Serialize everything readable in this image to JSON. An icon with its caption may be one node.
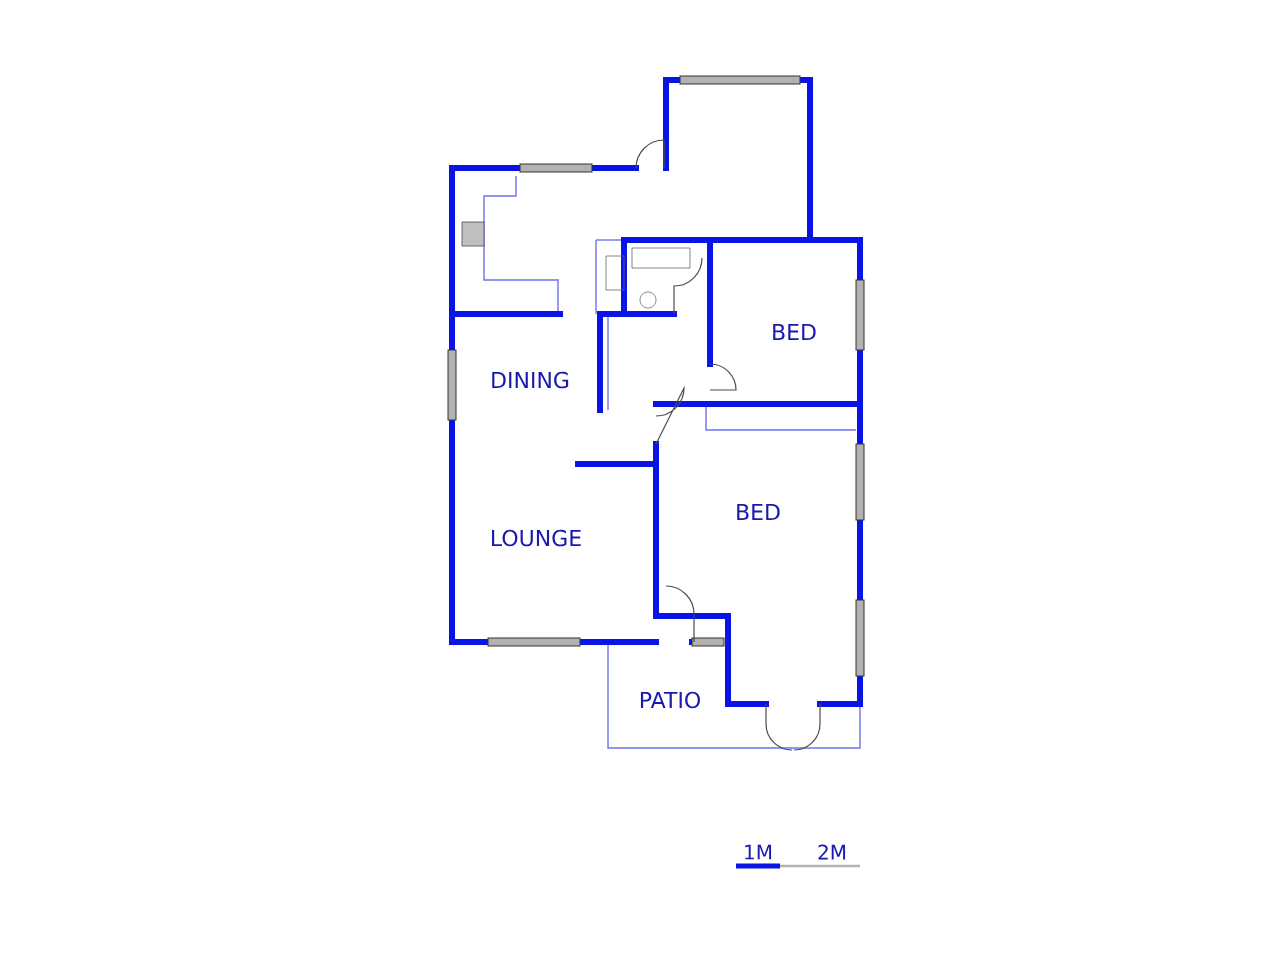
{
  "diagram": {
    "labels": [
      "BED",
      "DINING",
      "BED",
      "LOUNGE",
      "PATIO",
      "1M",
      "2M"
    ]
  }
}
